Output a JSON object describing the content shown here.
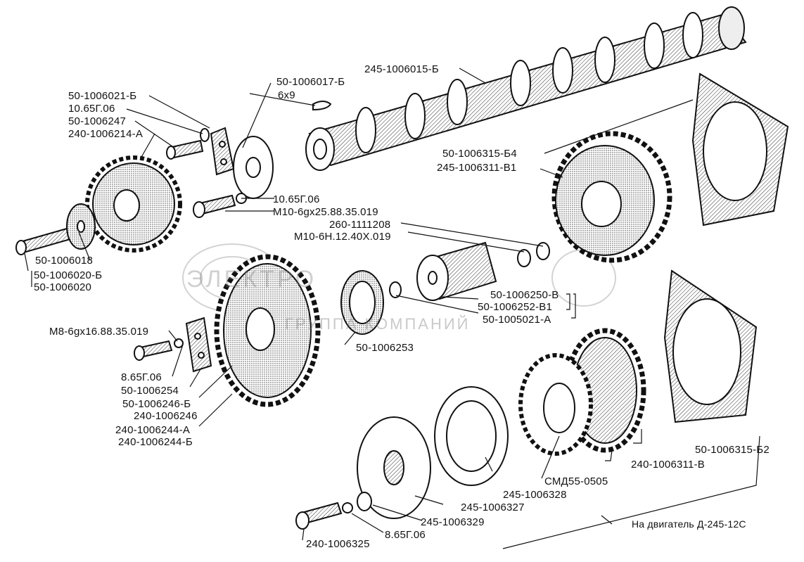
{
  "diagram": {
    "title": "Camshaft and timing gears assembly",
    "note": "На двигатель Д-245-12С",
    "watermark": {
      "brand": "ЭЛЕКТРО",
      "subtitle": "ГРУППА КОМПАНИЙ"
    },
    "labels": {
      "l01": "50-1006021-Б",
      "l02": "10.65Г.06",
      "l03": "50-1006247",
      "l04": "240-1006214-А",
      "l05": "50-1006017-Б",
      "l06": "6х9",
      "l07": "245-1006015-Б",
      "l08": "50-1006315-Б4",
      "l09": "245-1006311-В1",
      "l10": "10.65Г.06",
      "l11": "M10-6gx25.88.35.019",
      "l12": "260-1111208",
      "l13": "M10-6H.12.40X.019",
      "l14": "50-1006018",
      "l15": "50-1006020-Б",
      "l16": "50-1006020",
      "l17": "50-1006250-В",
      "l18": "50-1006252-В1",
      "l19": "50-1005021-А",
      "l20": "M8-6gx16.88.35.019",
      "l21": "8.65Г.06",
      "l22": "50-1006253",
      "l23": "50-1006254",
      "l24": "50-1006246-Б",
      "l25": "240-1006246",
      "l26": "240-1006244-А",
      "l27": "240-1006244-Б",
      "l28": "50-1006315-Б2",
      "l29": "240-1006311-В",
      "l30": "СМД55-0505",
      "l31": "245-1006328",
      "l32": "245-1006327",
      "l33": "245-1006329",
      "l34": "8.65Г.06",
      "l35": "240-1006325"
    }
  }
}
